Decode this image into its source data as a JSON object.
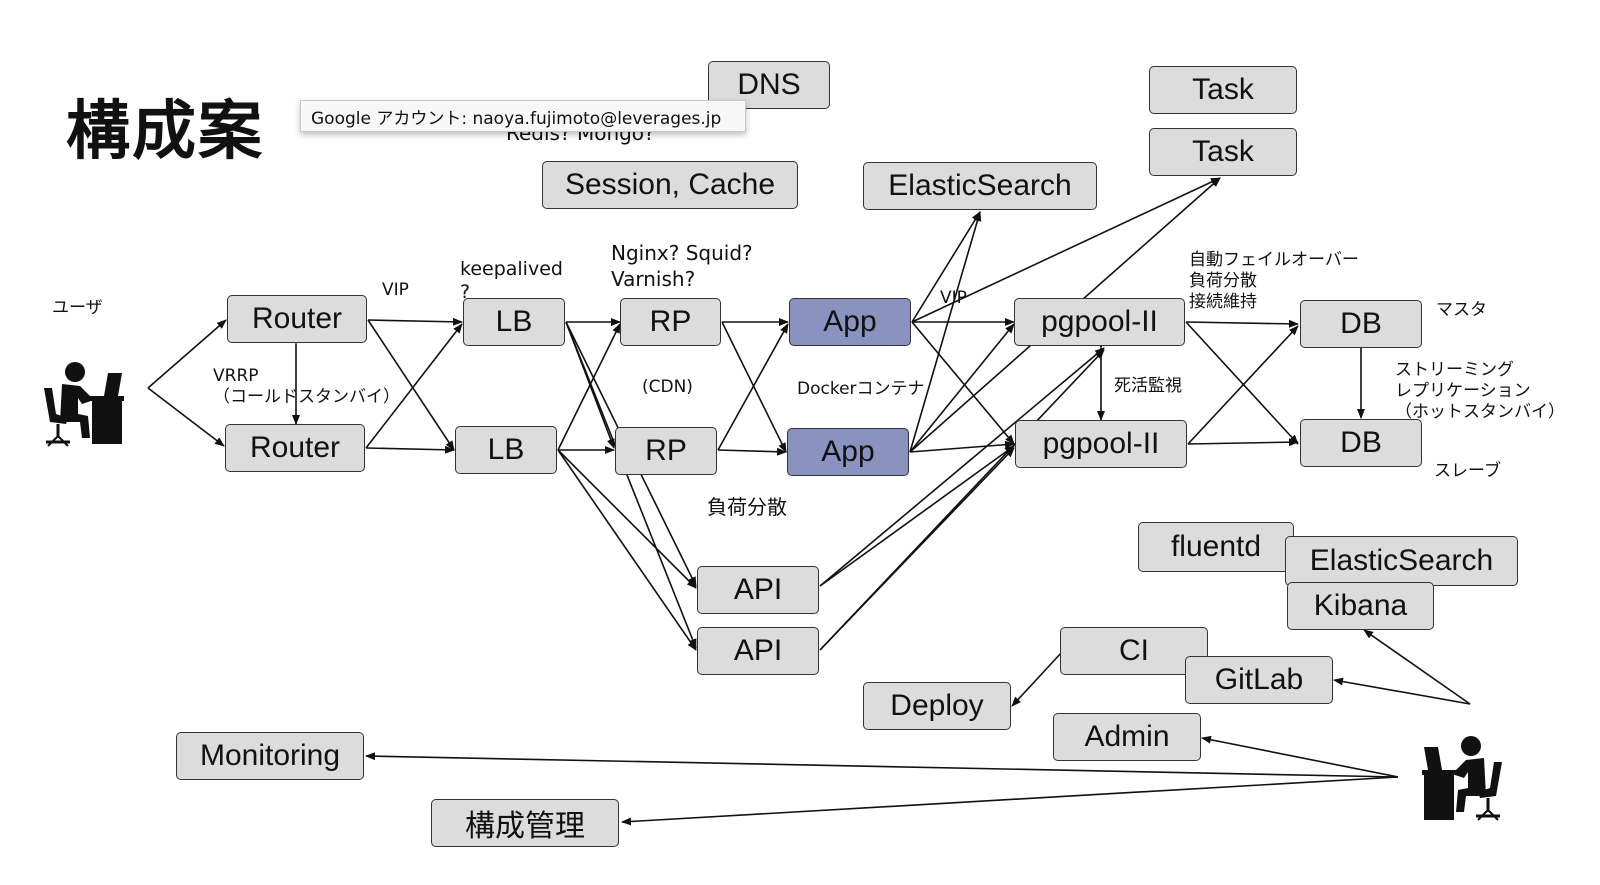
{
  "title": "構成案",
  "tooltip": "Google アカウント: naoya.fujimoto@leverages.jp",
  "labels": {
    "user": "ユーザ",
    "vip1": "VIP",
    "vrrp": "VRRP\n（コールドスタンバイ）",
    "keepalived": "keepalived\n?",
    "rp_candidates": "Nginx? Squid?\nVarnish?",
    "cdn": "(CDN)",
    "docker": "Dockerコンテナ",
    "vip2": "VIP",
    "load_balance": "負荷分散",
    "redis_mongo": "Redis? Mongo?",
    "pgpool_features": "自動フェイルオーバー\n負荷分散\n接続維持",
    "health_check": "死活監視",
    "master": "マスタ",
    "replication": "ストリーミング\nレプリケーション\n（ホットスタンバイ）",
    "slave": "スレーブ"
  },
  "boxes": {
    "dns": "DNS",
    "session_cache": "Session, Cache",
    "elasticsearch_top": "ElasticSearch",
    "task1": "Task",
    "task2": "Task",
    "router1": "Router",
    "router2": "Router",
    "lb1": "LB",
    "lb2": "LB",
    "rp1": "RP",
    "rp2": "RP",
    "app1": "App",
    "app2": "App",
    "pgpool1": "pgpool-II",
    "pgpool2": "pgpool-II",
    "db1": "DB",
    "db2": "DB",
    "api1": "API",
    "api2": "API",
    "fluentd": "fluentd",
    "elasticsearch_log": "ElasticSearch",
    "kibana": "Kibana",
    "ci": "CI",
    "gitlab": "GitLab",
    "deploy": "Deploy",
    "admin": "Admin",
    "monitoring": "Monitoring",
    "config_mgmt": "構成管理"
  },
  "icons": {
    "user": "user-at-desk-icon",
    "admin": "admin-at-desk-icon"
  },
  "colors": {
    "box": "#dcdcdc",
    "app": "#8a93c0",
    "line": "#111111"
  }
}
